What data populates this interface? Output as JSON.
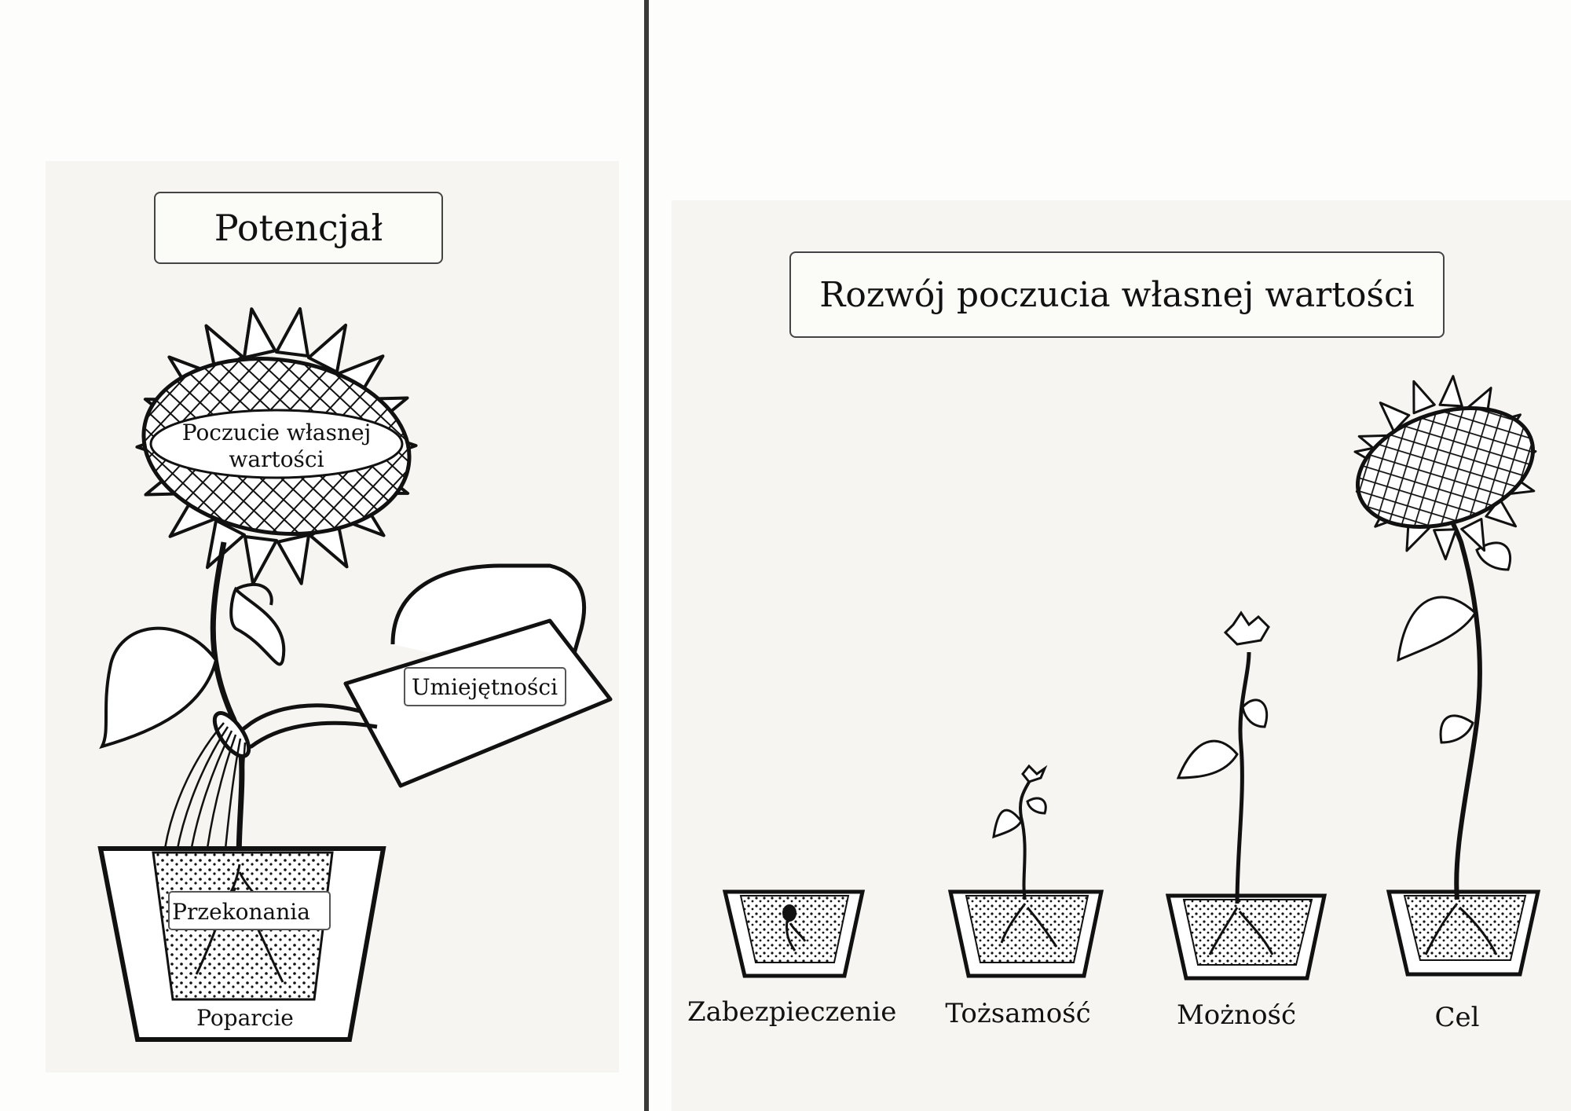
{
  "left": {
    "title": "Potencjał",
    "labels": {
      "flower_head": "Poczucie własnej wartości",
      "watering_can": "Umiejętności",
      "soil": "Przekonania",
      "pot": "Poparcie"
    }
  },
  "right": {
    "title": "Rozwój poczucia własnej wartości",
    "stages": [
      {
        "label": "Zabezpieczenie"
      },
      {
        "label": "Tożsamość"
      },
      {
        "label": "Możność"
      },
      {
        "label": "Cel"
      }
    ]
  },
  "colors": {
    "ink": "#111111",
    "paper": "#f6f5f1",
    "divider": "#3a3a3a"
  }
}
